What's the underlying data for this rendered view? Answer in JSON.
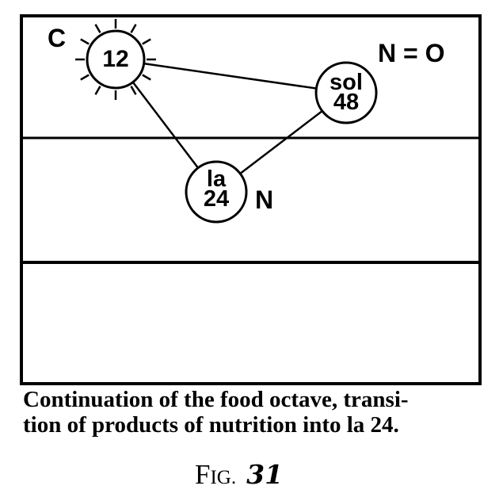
{
  "ink_color": "#000000",
  "background_color": "#ffffff",
  "diagram": {
    "top_left_label": "C",
    "top_right_label": "N = O",
    "middle_label": "N",
    "nodes": {
      "sun": {
        "value": "12"
      },
      "sol": {
        "note": "sol",
        "value": "48"
      },
      "la": {
        "note": "la",
        "value": "24"
      }
    }
  },
  "caption": {
    "line1": "Continuation of the food octave, transi-",
    "line2": "tion of products of nutrition into la 24."
  },
  "figure_label": {
    "word_initial": "F",
    "word_rest": "IG.",
    "number": "31"
  }
}
